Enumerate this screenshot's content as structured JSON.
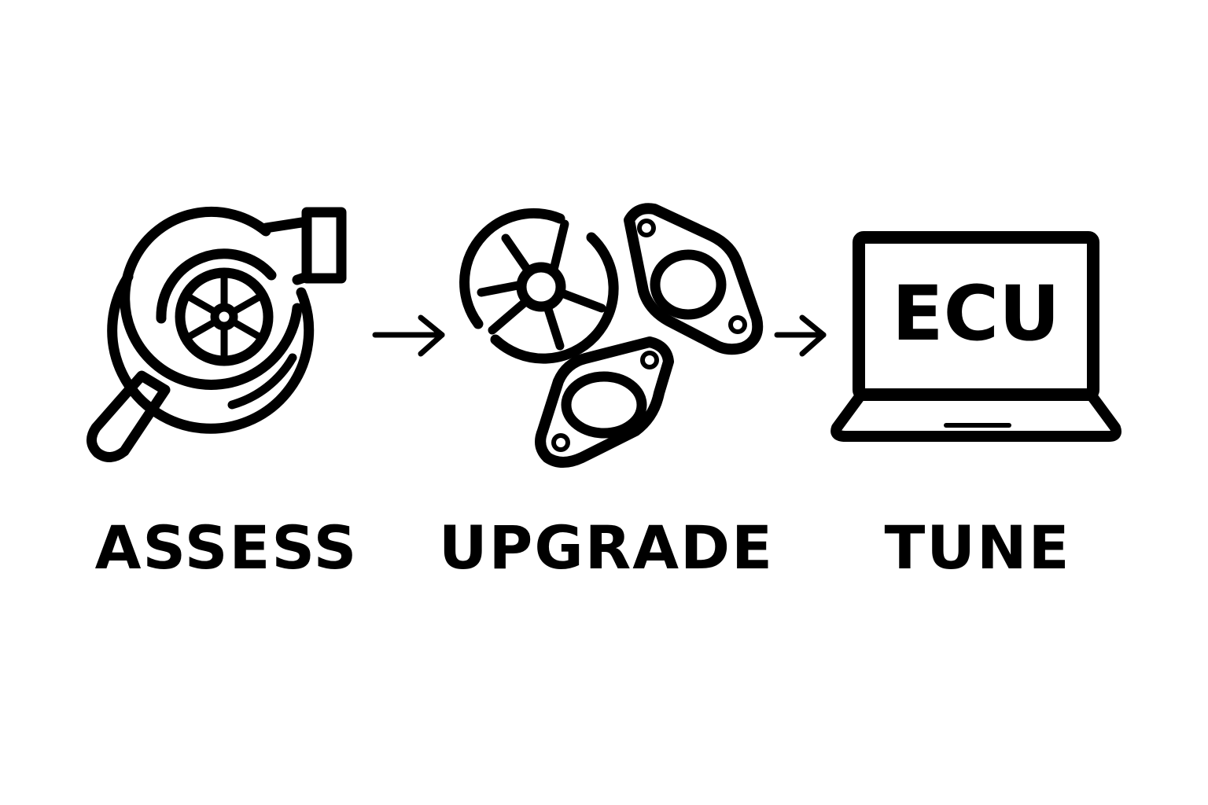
{
  "steps": [
    {
      "label": "ASSESS",
      "icon": "turbocharger-magnifier-icon"
    },
    {
      "label": "UPGRADE",
      "icon": "turbine-wheel-and-gaskets-icon"
    },
    {
      "label": "TUNE",
      "icon": "laptop-ecu-icon"
    }
  ],
  "connectors": [
    "arrow-right-icon",
    "arrow-right-icon"
  ],
  "laptop_screen_text": "ECU",
  "colors": {
    "ink": "#000000",
    "background": "#ffffff"
  }
}
